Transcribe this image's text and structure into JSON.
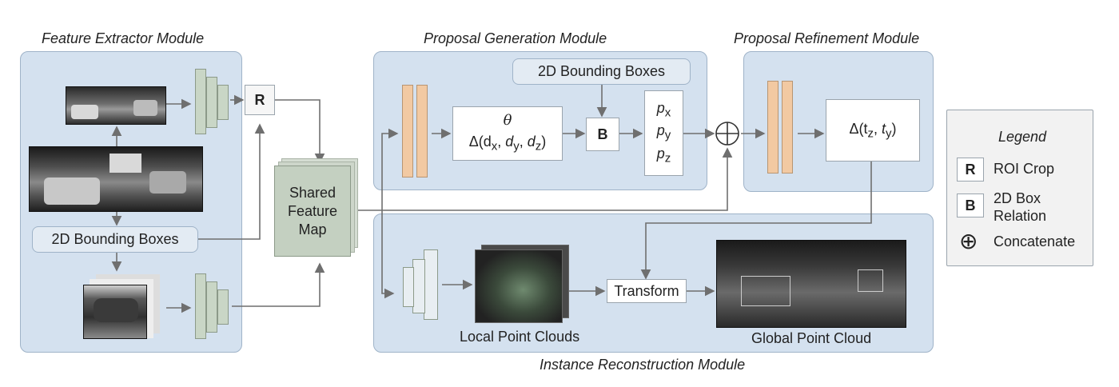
{
  "modules": {
    "feature_extractor": "Feature Extractor Module",
    "proposal_generation": "Proposal Generation Module",
    "proposal_refinement": "Proposal Refinement Module",
    "instance_reconstruction": "Instance Reconstruction Module"
  },
  "feature_extractor": {
    "roi_crop_letter": "R",
    "bbox_label": "2D Bounding Boxes",
    "shared_map": [
      "Shared",
      "Feature",
      "Map"
    ]
  },
  "proposal_generation": {
    "bbox_label": "2D Bounding Boxes",
    "theta": "θ",
    "delta_prefix": "Δ(d",
    "box_relation_letter": "B",
    "outputs": [
      "p",
      "p",
      "p"
    ],
    "output_subs": [
      "x",
      "y",
      "z"
    ],
    "delta_subs": [
      "x",
      "y",
      "z"
    ]
  },
  "proposal_refinement": {
    "delta_label": "Δ(t",
    "subs": [
      "z",
      "y"
    ]
  },
  "instance_reconstruction": {
    "local_caption": "Local Point Clouds",
    "transform_label": "Transform",
    "global_caption": "Global Point Cloud"
  },
  "legend": {
    "title": "Legend",
    "items": [
      {
        "key": "R",
        "label": "ROI Crop"
      },
      {
        "key": "B",
        "label": "2D Box\nRelation"
      },
      {
        "key": "⊕",
        "label": "Concatenate"
      }
    ]
  },
  "colors": {
    "module_fill": "#d4e1ef",
    "feature_layers": "#c9d6c6",
    "proposal_layers": "#f2c9a2",
    "arrow": "#6f6f6f"
  }
}
